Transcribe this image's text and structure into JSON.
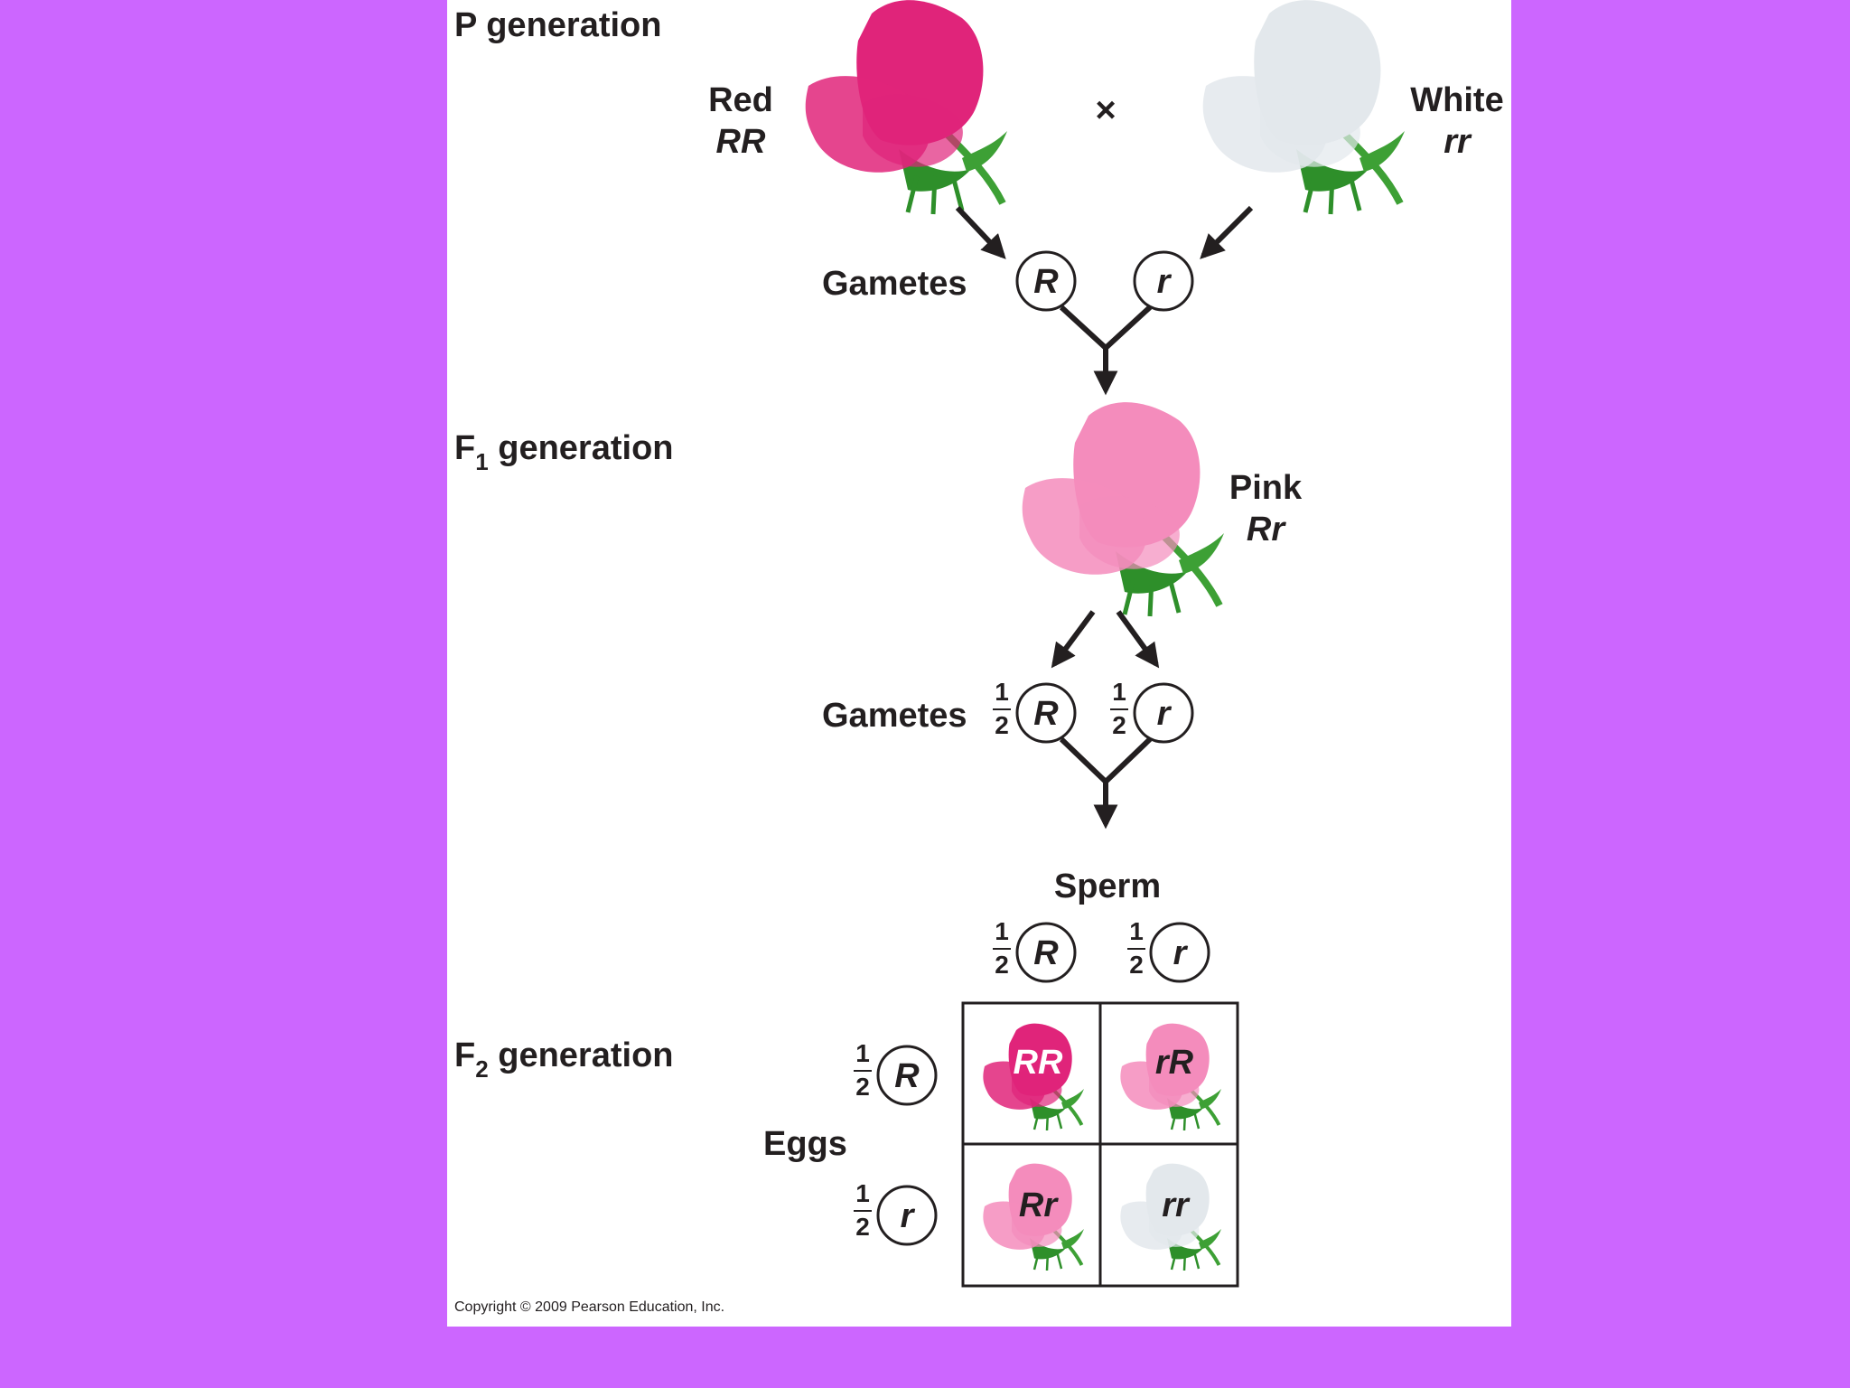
{
  "generations": {
    "p": "P generation",
    "f1_prefix": "F",
    "f1_sub": "1",
    "f2_prefix": "F",
    "f2_sub": "2",
    "gen_word": " generation"
  },
  "parents": {
    "red": {
      "phenotype": "Red",
      "genotype": "RR",
      "color": "#e0247a"
    },
    "white": {
      "phenotype": "White",
      "genotype": "rr",
      "color": "#e3e8ec"
    },
    "cross_symbol": "×"
  },
  "f1": {
    "phenotype": "Pink",
    "genotype": "Rr",
    "color": "#f48cbc"
  },
  "labels": {
    "gametes": "Gametes",
    "sperm": "Sperm",
    "eggs": "Eggs",
    "half_num": "1",
    "half_den": "2",
    "allele_R": "R",
    "allele_r": "r"
  },
  "punnett": {
    "rr_top_left": "RR",
    "top_right": "rR",
    "bottom_left": "Rr",
    "bottom_right": "rr"
  },
  "copyright": "Copyright © 2009 Pearson Education, Inc."
}
